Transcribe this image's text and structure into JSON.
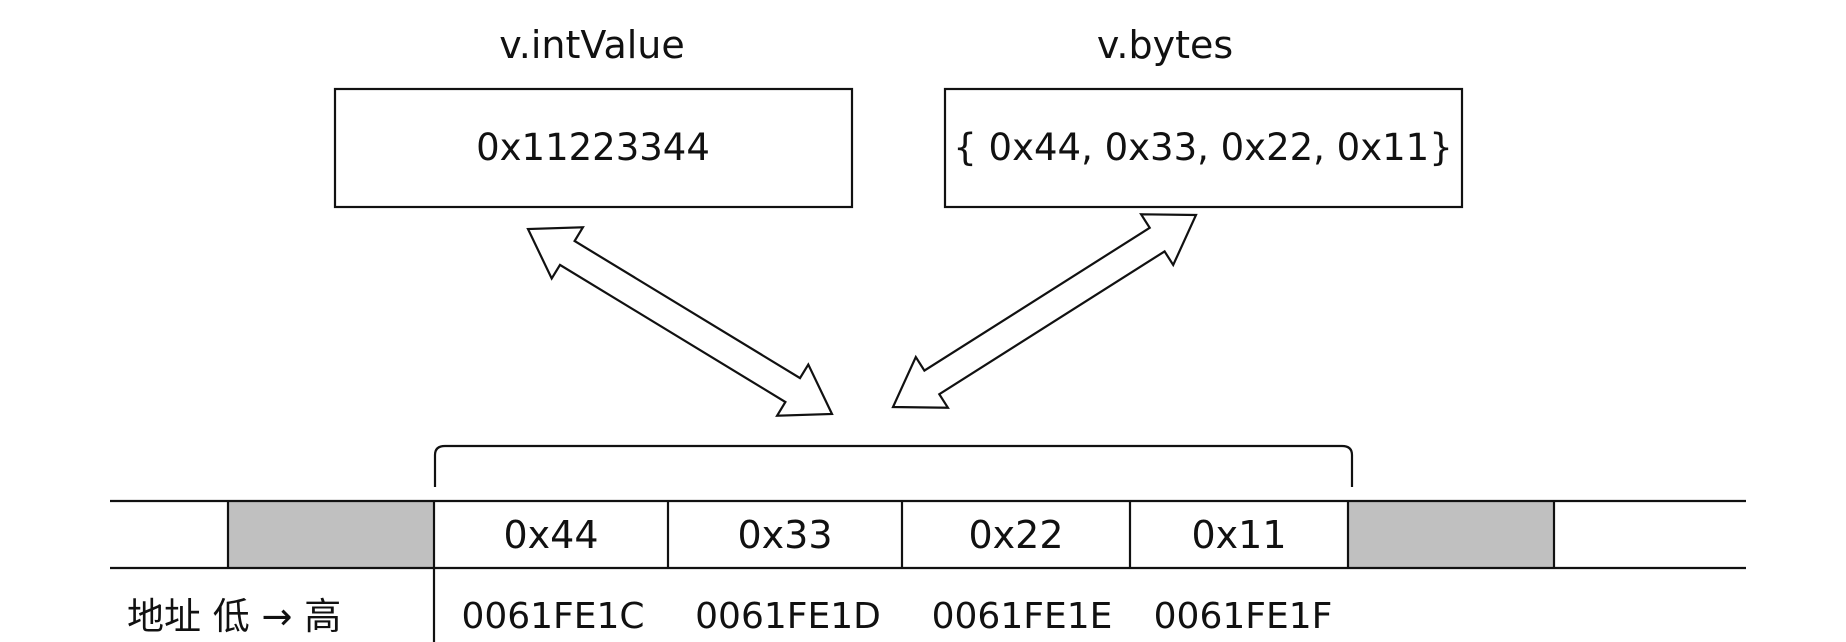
{
  "variables": {
    "int_value": {
      "title": "v.intValue",
      "value": "0x11223344"
    },
    "bytes": {
      "title": "v.bytes",
      "value": "{ 0x44, 0x33, 0x22, 0x11}"
    }
  },
  "memory": {
    "cells": [
      "0x44",
      "0x33",
      "0x22",
      "0x11"
    ],
    "addresses": [
      "0061FE1C",
      "0061FE1D",
      "0061FE1E",
      "0061FE1F"
    ],
    "address_axis_label": "地址 低 → 高"
  },
  "colors": {
    "stroke": "#111111",
    "padding_cell": "#c0c0c0",
    "background": "#ffffff"
  }
}
